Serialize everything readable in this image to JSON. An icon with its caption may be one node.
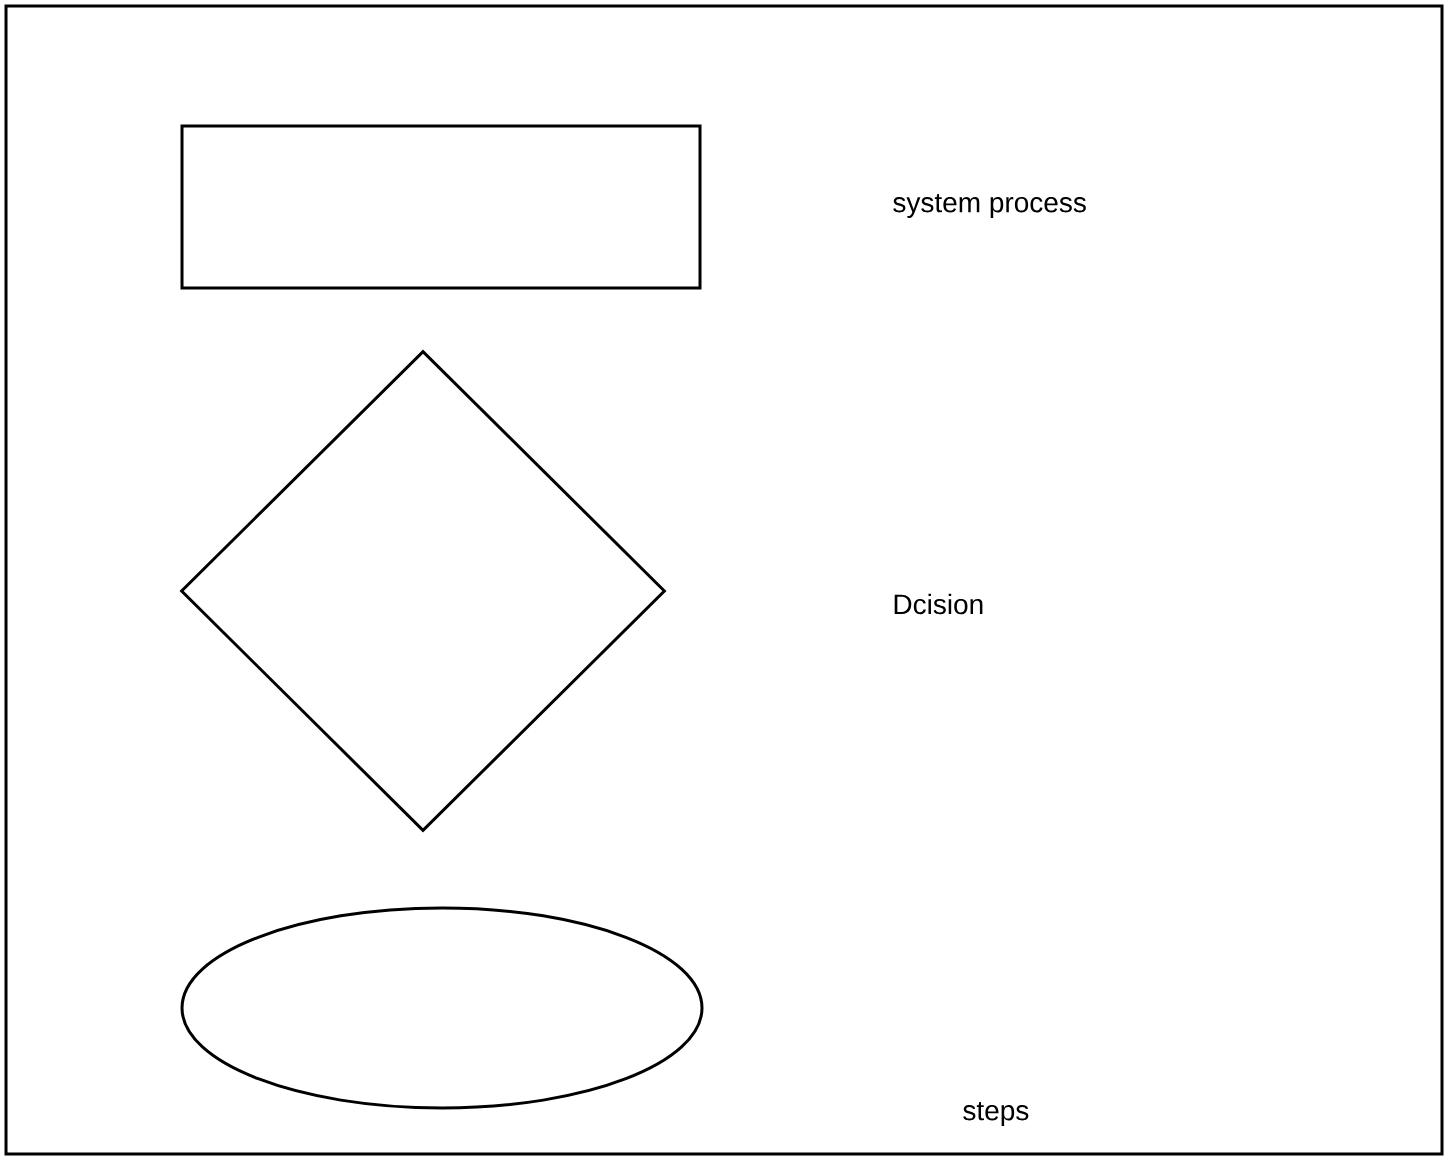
{
  "diagram": {
    "nodes": [
      {
        "text": [],
        "shape": "box"
      },
      {
        "text": [],
        "shape": "diamond"
      },
      {
        "text": [],
        "shape": "ellipse"
      }
    ],
    "labels": [
      "system process",
      "Dcision",
      "steps"
    ]
  }
}
